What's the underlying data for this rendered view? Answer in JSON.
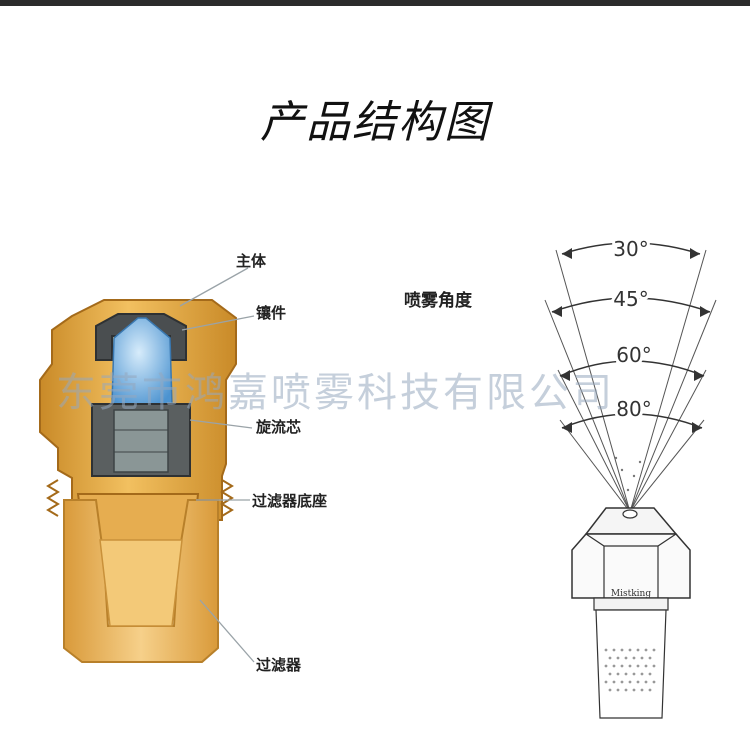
{
  "title": "产品结构图",
  "parts": {
    "main_body": "主体",
    "insert": "镶件",
    "swirl_core": "旋流芯",
    "filter_base": "过滤器底座",
    "filter": "过滤器"
  },
  "spray": {
    "title": "喷雾角度",
    "angles": [
      "30°",
      "45°",
      "60°",
      "80°"
    ]
  },
  "nozzle_brand": "Mistking",
  "watermark": "东莞市鸿嘉喷雾科技有限公司",
  "colors": {
    "brass": "#e1a23a",
    "brass_dark": "#b07420",
    "core_blue": "#7fbde8",
    "dark_part": "#4a4e50"
  }
}
